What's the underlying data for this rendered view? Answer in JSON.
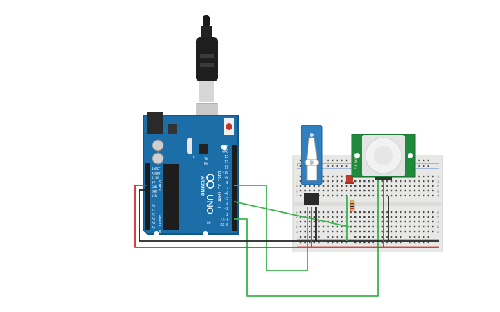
{
  "arduino": {
    "brand": "ARDUINO",
    "model": "UNO",
    "power_header": [
      "IOREF",
      "RESET",
      "3.3V",
      "5V",
      "GND",
      "GND",
      "VIN"
    ],
    "power_title": "POWER",
    "analog_header": [
      "A0",
      "A1",
      "A2",
      "A3",
      "A4",
      "A5"
    ],
    "analog_title": "ANALOG IN",
    "digital_header": [
      "AREF",
      "GND",
      "13",
      "12",
      "~11",
      "~10",
      "~9",
      "8",
      "7",
      "~6",
      "~5",
      "4",
      "~3",
      "2",
      "TX▸1",
      "RX◂0"
    ],
    "digital_title": "DIGITAL (PWM ~)",
    "labels": {
      "tx": "TX",
      "rx": "RX",
      "l": "L",
      "on": "ON"
    }
  },
  "breadboard": {
    "rows": [
      "a",
      "b",
      "c",
      "d",
      "e",
      "f",
      "g",
      "h",
      "i",
      "j"
    ],
    "rail_plus": "+",
    "rail_minus": "-"
  },
  "pir_sensor": {
    "label": "PIR Sensor"
  },
  "colors": {
    "board": "#1b6ea8",
    "board_edge": "#135787",
    "breadboard": "#e8e8e6",
    "wire_green": "#3ab54a",
    "wire_red": "#d62a2a",
    "wire_black": "#222222",
    "servo": "#2f7fc1",
    "pir": "#1f8a3a",
    "led": "#c0392b"
  }
}
